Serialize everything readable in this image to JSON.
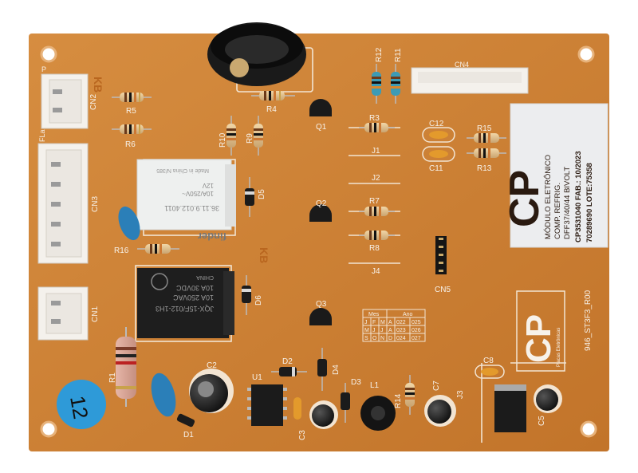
{
  "board": {
    "pcb_color": "#cf8438",
    "mask_color": "#c77a30"
  },
  "designators": {
    "cn2": "CN2",
    "cn3": "CN3",
    "cn1": "CN1",
    "cn4": "CN4",
    "cn5": "CN5",
    "r1": "R1",
    "r3": "R3",
    "r4": "R4",
    "r5": "R5",
    "r6": "R6",
    "r7": "R7",
    "r8": "R8",
    "r9": "R9",
    "r10": "R10",
    "r11": "R11",
    "r12": "R12",
    "r13": "R13",
    "r14": "R14",
    "r15": "R15",
    "r16": "R16",
    "q1": "Q1",
    "q2": "Q2",
    "q3": "Q3",
    "j1": "J1",
    "j2": "J2",
    "j3": "J3",
    "j4": "J4",
    "c2": "C2",
    "c3": "C3",
    "c5": "C5",
    "c7": "C7",
    "c8": "C8",
    "c11": "C11",
    "c12": "C12",
    "d1": "D1",
    "d2": "D2",
    "d3": "D3",
    "d4": "D4",
    "d5": "D5",
    "d6": "D6",
    "u1": "U1",
    "l1": "L1",
    "kb1": "KB",
    "fla": "FLa",
    "p": "P"
  },
  "label_sticker": {
    "line1": "MÓDULO ELETRÔNICO",
    "line2": "COMP. REFRIG.",
    "line3": "DFF37/40/44 BIVOLT",
    "line4": "CP3531040 FAB.: 10/2023",
    "line5": "70289690   LOTE:75358",
    "logo": "CP"
  },
  "board_code": "946_ST3F3_R00",
  "round_sticker": "12",
  "relay_small": {
    "brand": "finder",
    "model": "36.11.9.012.4011",
    "rating": "10A/250V~",
    "coil": "12V",
    "origin": "Made in China  N/385"
  },
  "relay_large": {
    "line1": "CHINA",
    "line2": "10A 30VDC",
    "line3": "10A 250VAC",
    "line4": "JQX-15F/012-1H3"
  },
  "date_grid": {
    "header_mes": "Mes",
    "header_ano": "Ano",
    "rows": [
      [
        "J",
        "F",
        "M",
        "A",
        "022",
        "025"
      ],
      [
        "M",
        "J",
        "J",
        "A",
        "023",
        "026"
      ],
      [
        "S",
        "O",
        "N",
        "D",
        "024",
        "027"
      ]
    ]
  },
  "cp_board_logo": {
    "mark": "CP",
    "caption": "Placas Eletrônicas"
  }
}
